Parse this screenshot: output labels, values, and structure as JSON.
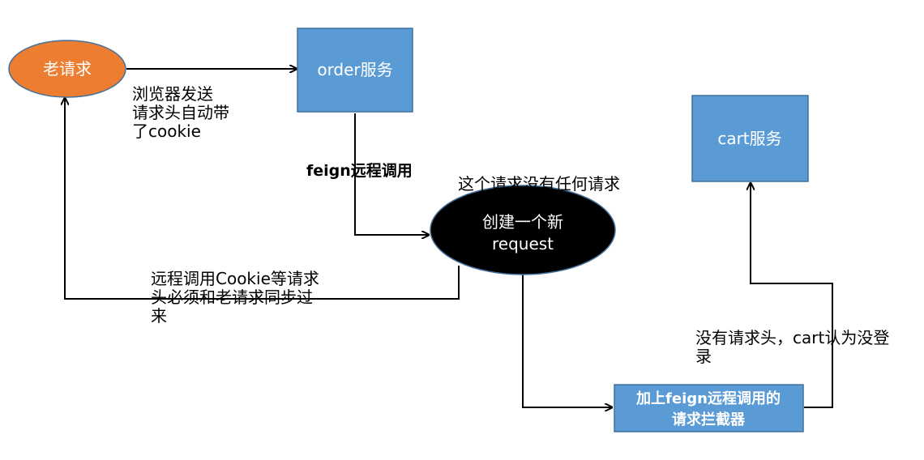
{
  "colors": {
    "ellipse_orange": "#ED7D31",
    "box_blue": "#5B9BD5",
    "box_border": "#41719C",
    "black": "#000000",
    "white": "#FFFFFF"
  },
  "nodes": {
    "old_request": "老请求",
    "order_service": "order服务",
    "cart_service": "cart服务",
    "new_request_line1": "创建一个新",
    "new_request_line2": "request",
    "interceptor_line1": "加上feign远程调用的",
    "interceptor_line2": "请求拦截器"
  },
  "labels": {
    "browser_send": "浏览器发送\n请求头自动带\n了cookie",
    "feign_call": "feign远程调用",
    "no_header": "这个请求没有任何请求\n头",
    "remote_cookie": "远程调用Cookie等请求\n头必须和老请求同步过\n来",
    "cart_no_login": "没有请求头，cart认为没登\n录"
  }
}
